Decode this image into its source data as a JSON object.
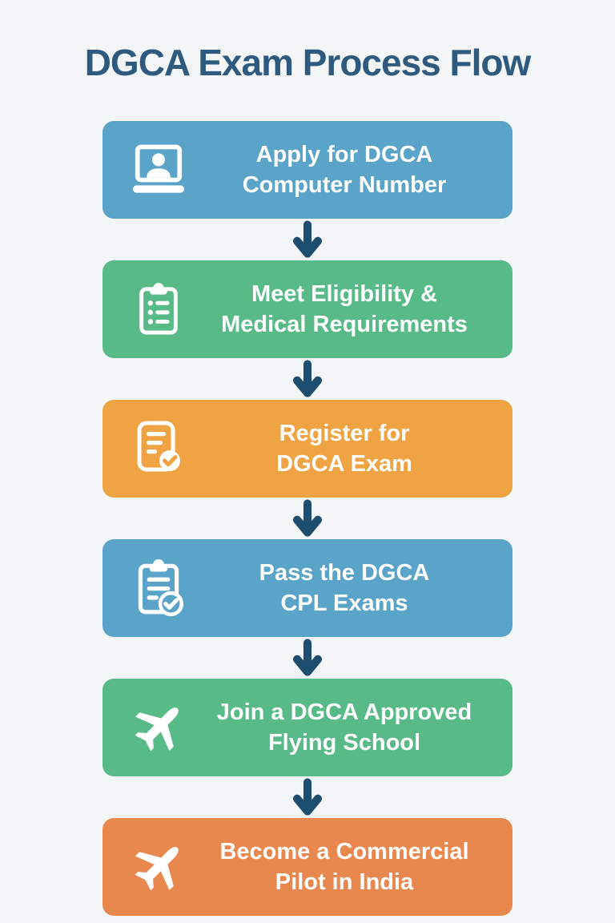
{
  "page": {
    "title": "DGCA Exam Process Flow"
  },
  "palette": {
    "background": "#f4f5f6",
    "title_color": "#2d5a7e",
    "arrow_color": "#1e4e6f",
    "step_text_color": "#ffffff",
    "step_blue": "#5aa3c9",
    "step_green": "#58bb87",
    "step_orange": "#f0a342",
    "step_deep_orange": "#e8884f"
  },
  "steps": [
    {
      "icon": "laptop-user-icon",
      "line1": "Apply for DGCA",
      "line2": "Computer Number",
      "label": "Apply for DGCA Computer Number",
      "color": "#5aa3c9"
    },
    {
      "icon": "clipboard-checklist-icon",
      "line1": "Meet Eligibility &",
      "line2": "Medical Requirements",
      "label": "Meet Eligibility & Medical Requirements",
      "color": "#58bb87"
    },
    {
      "icon": "document-check-icon",
      "line1": "Register for",
      "line2": "DGCA Exam",
      "label": "Register for DGCA Exam",
      "color": "#f0a342"
    },
    {
      "icon": "clipboard-check-icon",
      "line1": "Pass the DGCA",
      "line2": "CPL Exams",
      "label": "Pass the DGCA CPL Exams",
      "color": "#5aa3c9"
    },
    {
      "icon": "airplane-icon",
      "line1": "Join a DGCA Approved",
      "line2": "Flying School",
      "label": "Join a DGCA Approved Flying School",
      "color": "#58bb87"
    },
    {
      "icon": "airplane-icon",
      "line1": "Become a Commercial",
      "line2": "Pilot in India",
      "label": "Become a Commercial Pilot in India",
      "color": "#e8884f"
    }
  ]
}
